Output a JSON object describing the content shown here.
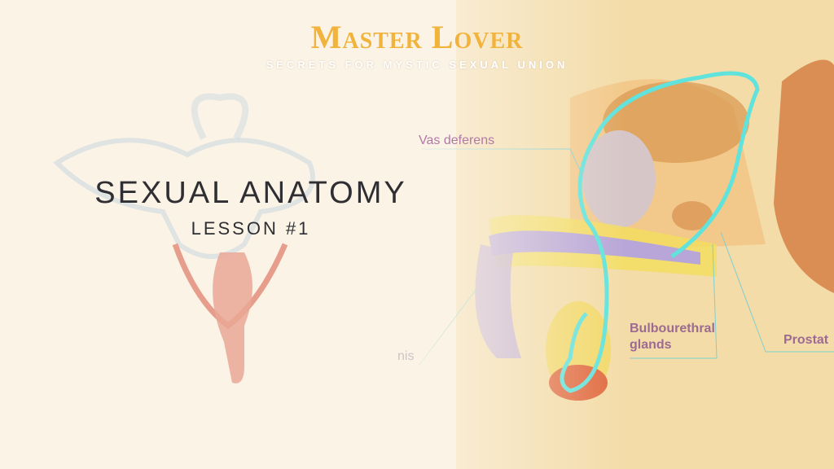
{
  "brand": {
    "title": "Master Lover",
    "subtitle": "SECRETS FOR MYSTIC SEXUAL UNION"
  },
  "lesson": {
    "title": "SEXUAL ANATOMY",
    "number": "LESSON #1"
  },
  "labels": {
    "vas_deferens": "Vas deferens",
    "penis_partial": "nis",
    "bulbourethral": "Bulbourethral glands",
    "prostate_partial": "Prostat"
  },
  "colors": {
    "accent": "#f2b33c",
    "label": "#9c6a93",
    "line": "#5fe3dc"
  }
}
